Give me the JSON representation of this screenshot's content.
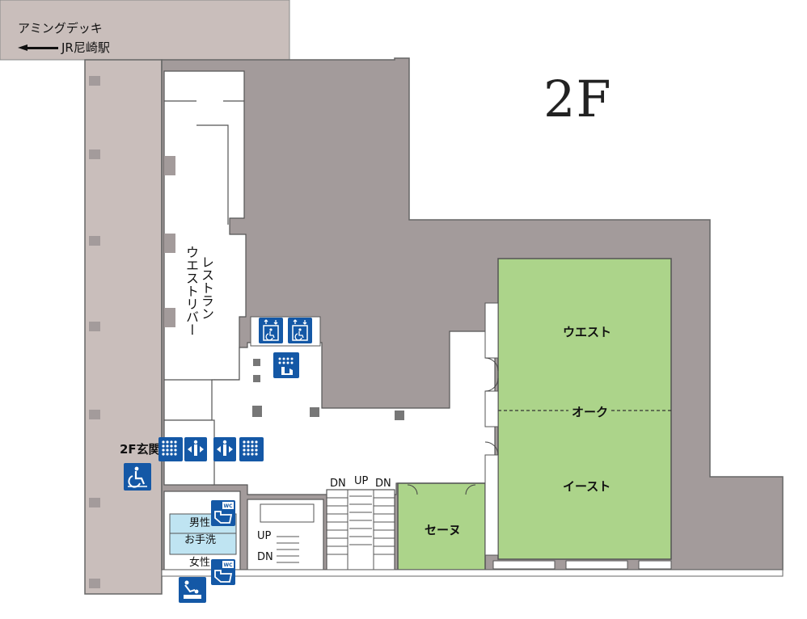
{
  "floor": {
    "label": "2F"
  },
  "deck": {
    "name": "アミングデッキ",
    "station": "JR尼崎駅"
  },
  "restaurant": {
    "line1": "レストラン",
    "line2": "ウエストリバー"
  },
  "rooms": {
    "west": "ウエスト",
    "oak": "オーク",
    "east": "イースト",
    "seine": "セーヌ"
  },
  "entrance": {
    "label": "2F玄関"
  },
  "restrooms": {
    "male": "男性",
    "washroom": "お手洗",
    "female": "女性",
    "wc": "WC"
  },
  "stairs": {
    "dn1": "DN",
    "up1": "UP",
    "dn2": "DN",
    "up2": "UP",
    "dn3": "DN"
  },
  "icons": {
    "elevator": "elevator-icon",
    "wheelchair": "wheelchair-icon",
    "braille": "braille-map-icon",
    "tactile": "tactile-board-icon",
    "restroom": "restroom-icon",
    "baby": "baby-care-icon",
    "accessible_toilet": "accessible-toilet-icon"
  },
  "colors": {
    "corridor": "#c9bebb",
    "building": "#a39b9b",
    "room_green": "#acd48a",
    "icon_blue": "#1458a6",
    "restroom_blue": "#bfe4f2"
  }
}
